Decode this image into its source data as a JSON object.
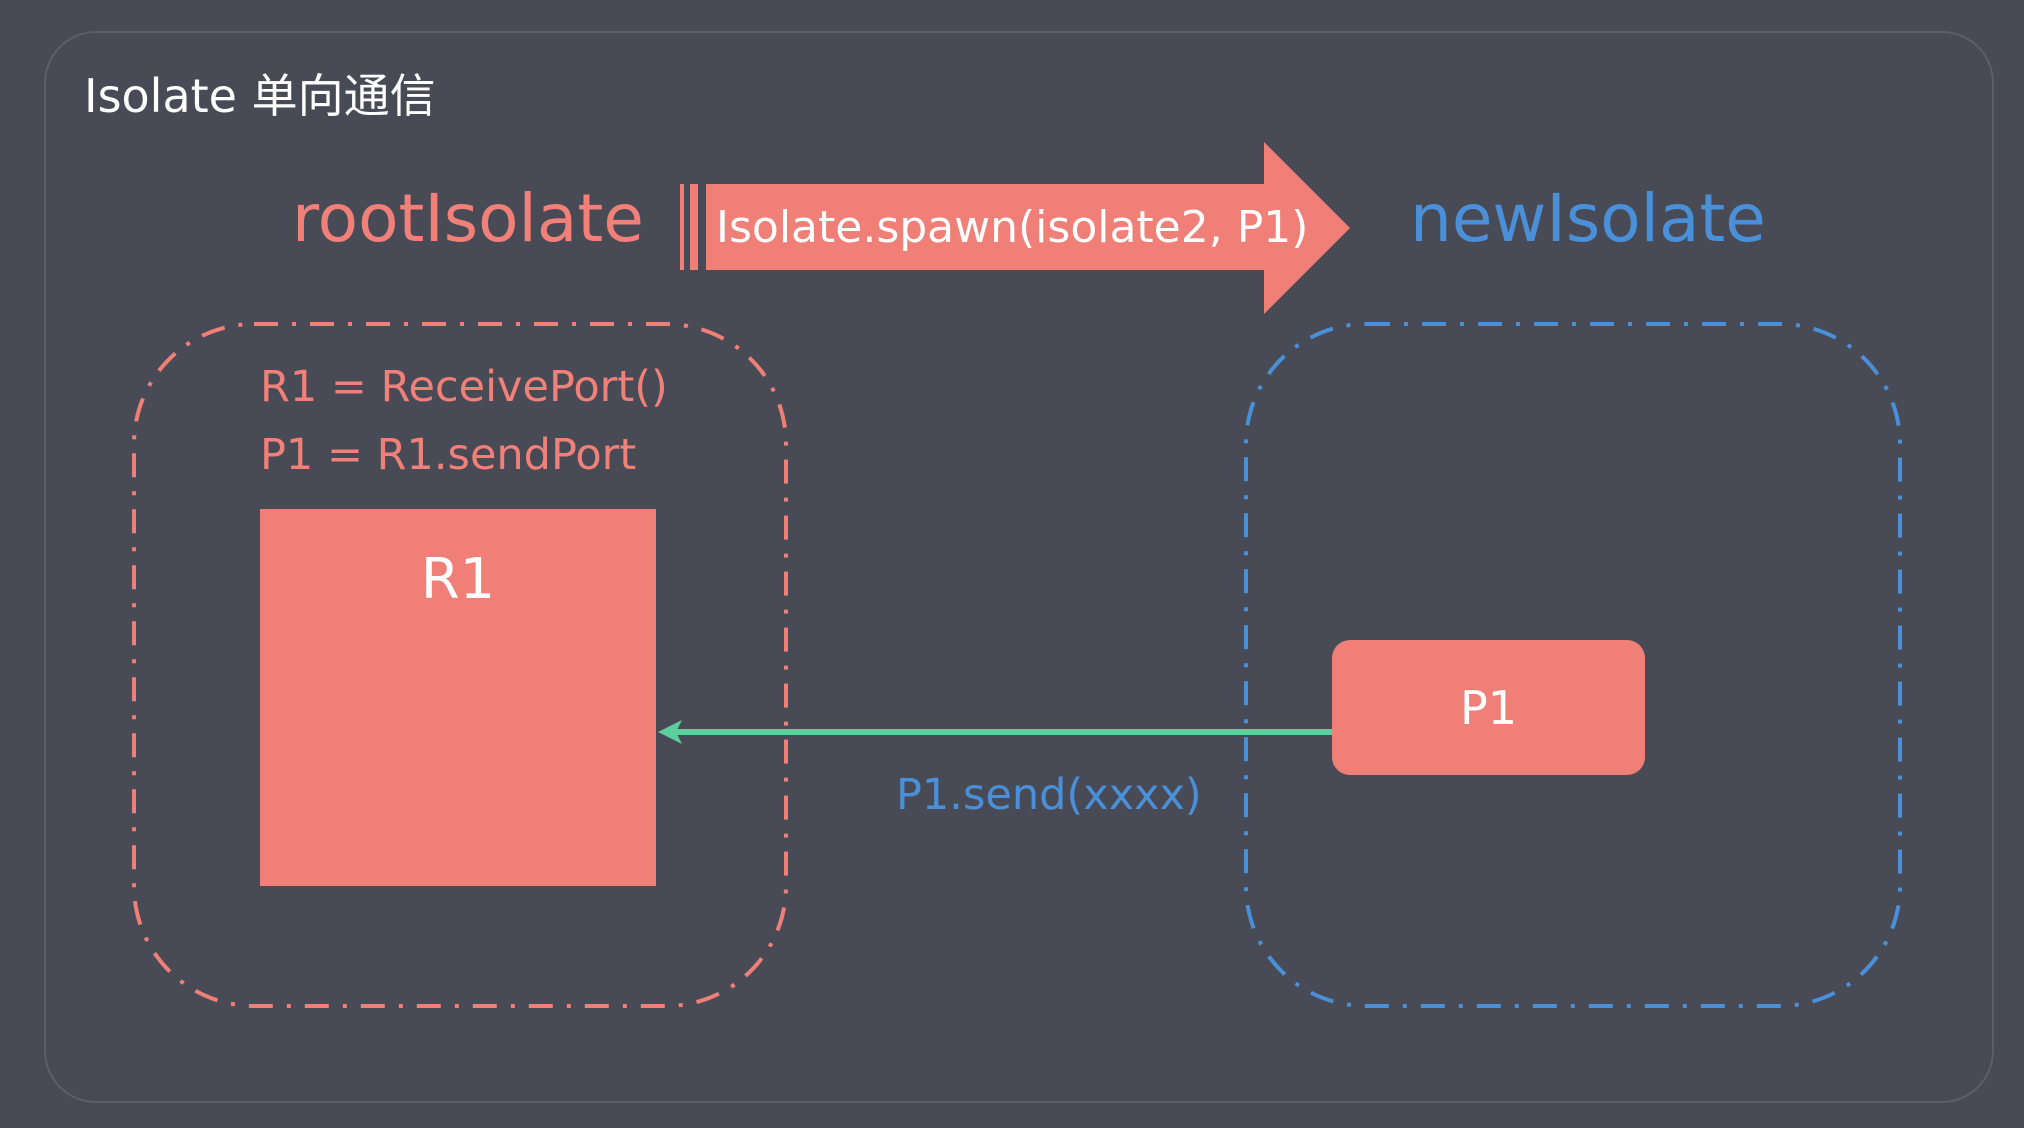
{
  "title": "Isolate 单向通信",
  "root_isolate": {
    "label": "rootIsolate",
    "code_lines": [
      "R1 = ReceivePort()",
      "P1 = R1.sendPort"
    ],
    "port_box_label": "R1"
  },
  "spawn_arrow": {
    "label": "Isolate.spawn(isolate2, P1)"
  },
  "new_isolate": {
    "label": "newIsolate",
    "port_box_label": "P1"
  },
  "send_arrow": {
    "label": "P1.send(xxxx)"
  },
  "colors": {
    "background": "#484b56",
    "root": "#ef7f77",
    "new": "#4a90d9",
    "send_line": "#5ccf9c",
    "text_light": "#ffffff"
  }
}
